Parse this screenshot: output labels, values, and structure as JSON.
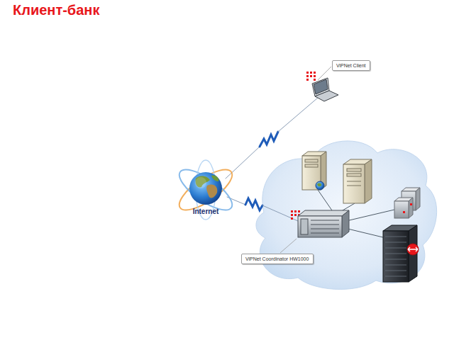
{
  "diagram": {
    "title": "Клиент-банк",
    "nodes": [
      {
        "text": [
          "Internet"
        ]
      },
      {
        "text": [
          "ViPNet Client"
        ]
      },
      {
        "text": [
          "ViPNet Coordinator HW1000"
        ]
      }
    ]
  }
}
